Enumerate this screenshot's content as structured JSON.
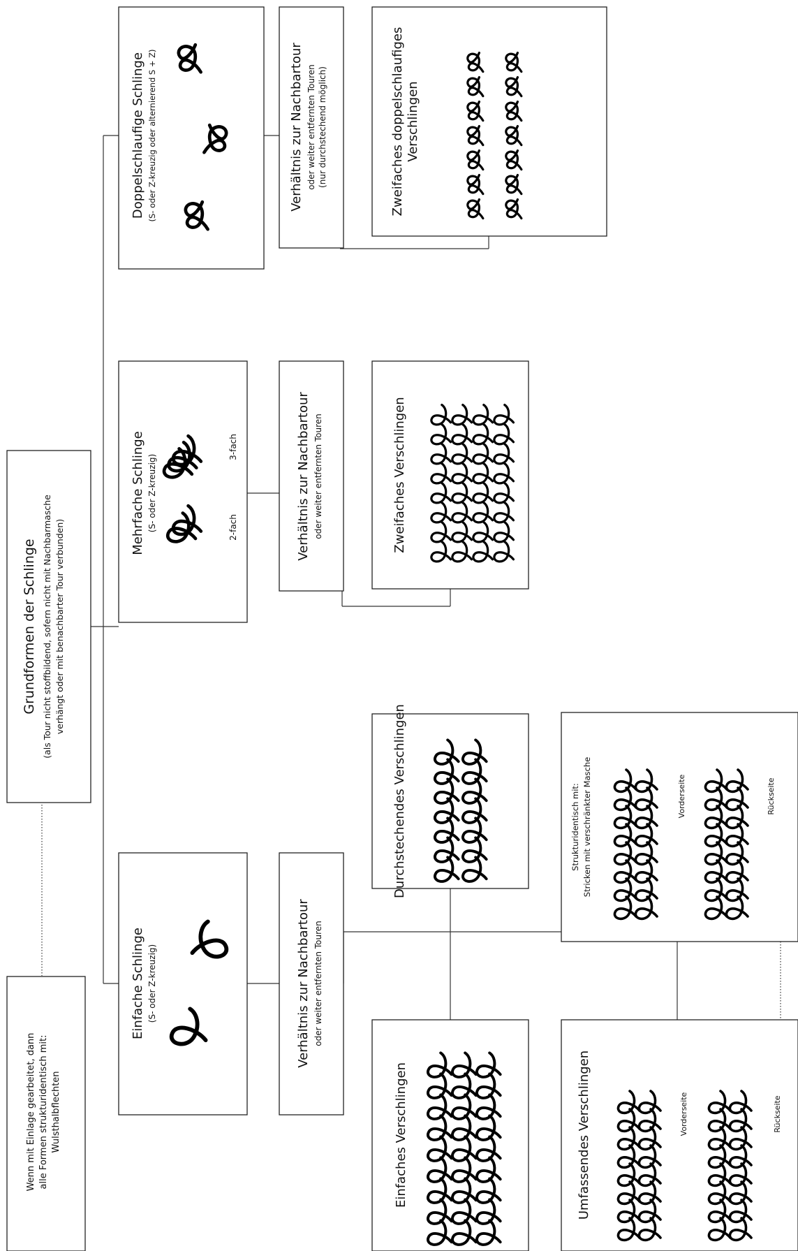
{
  "root": {
    "title": "Grundformen der Schlinge",
    "note_line1": "(als Tour nicht stoffbildend, sofern nicht mit Nachbarmasche",
    "note_line2": "verhängt oder mit benachbarter Tour verbunden)"
  },
  "insert_note": {
    "line1": "Wenn mit Einlage gearbeitet, dann",
    "line2": "alle Formen strukturidentisch mit:",
    "line3": "Wulsthalbflechten"
  },
  "einfache": {
    "title": "Einfache Schlinge",
    "subtitle": "(S- oder Z-kreuzig)",
    "relation_title": "Verhältnis zur Nachbartour",
    "relation_sub": "oder weiter entfernten Touren",
    "einfaches": "Einfaches Verschlingen",
    "durchstechendes": "Durchstechendes Verschlingen",
    "umfassendes": "Umfassendes Verschlingen",
    "vorderseite": "Vorderseite",
    "rueckseite": "Rückseite",
    "struktur_line1": "Strukturidentisch mit:",
    "struktur_line2": "Stricken mit verschränkter Masche",
    "struktur_vorderseite": "Vorderseite",
    "struktur_rueckseite": "Rückseite"
  },
  "mehrfache": {
    "title": "Mehrfache Schlinge",
    "subtitle": "(S- oder Z-kreuzig)",
    "label_2fach": "2-fach",
    "label_3fach": "3-fach",
    "relation_title": "Verhältnis zur Nachbartour",
    "relation_sub": "oder weiter entfernten Touren",
    "zweifaches": "Zweifaches Verschlingen"
  },
  "doppelschlaufige": {
    "title": "Doppelschlaufige Schlinge",
    "subtitle": "(S- oder Z-kreuzig oder alternierend S + Z)",
    "relation_title": "Verhältnis zur Nachbartour",
    "relation_sub1": "oder weiter entfernten Touren",
    "relation_sub2": "(nur durchstechend möglich)",
    "zweifaches_line1": "Zweifaches doppelschlaufiges",
    "zweifaches_line2": "Verschlingen"
  }
}
